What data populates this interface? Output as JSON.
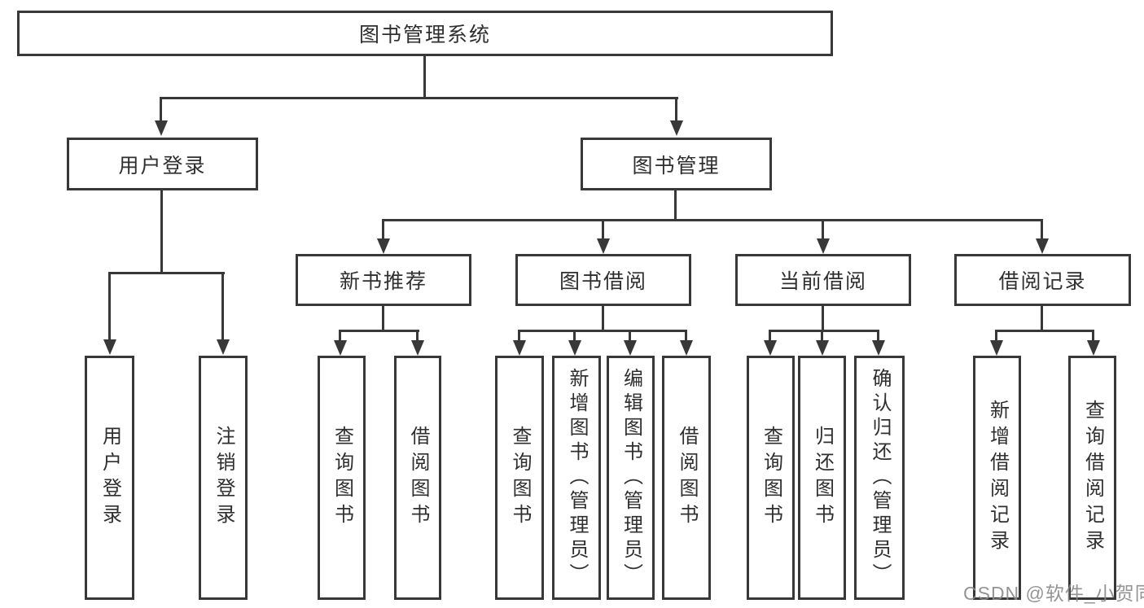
{
  "diagram_title": "图书管理系统",
  "tree": {
    "root": {
      "label": "图书管理系统",
      "children": [
        {
          "label": "用户登录",
          "children": [
            {
              "label": "用户登录"
            },
            {
              "label": "注销登录"
            }
          ]
        },
        {
          "label": "图书管理",
          "children": [
            {
              "label": "新书推荐",
              "children": [
                {
                  "label": "查询图书"
                },
                {
                  "label": "借阅图书"
                }
              ]
            },
            {
              "label": "图书借阅",
              "children": [
                {
                  "label": "查询图书"
                },
                {
                  "label": "新增图书（管理员）"
                },
                {
                  "label": "编辑图书（管理员）"
                },
                {
                  "label": "借阅图书"
                }
              ]
            },
            {
              "label": "当前借阅",
              "children": [
                {
                  "label": "查询图书"
                },
                {
                  "label": "归还图书"
                },
                {
                  "label": "确认归还（管理员）"
                }
              ]
            },
            {
              "label": "借阅记录",
              "children": [
                {
                  "label": "新增借阅记录"
                },
                {
                  "label": "查询借阅记录"
                }
              ]
            }
          ]
        }
      ]
    }
  },
  "watermark": "CSDN @软件_小贺同学",
  "colors": {
    "line": "#383838",
    "text": "#2f2f2f",
    "background": "#ffffff",
    "watermark": "#888888"
  }
}
